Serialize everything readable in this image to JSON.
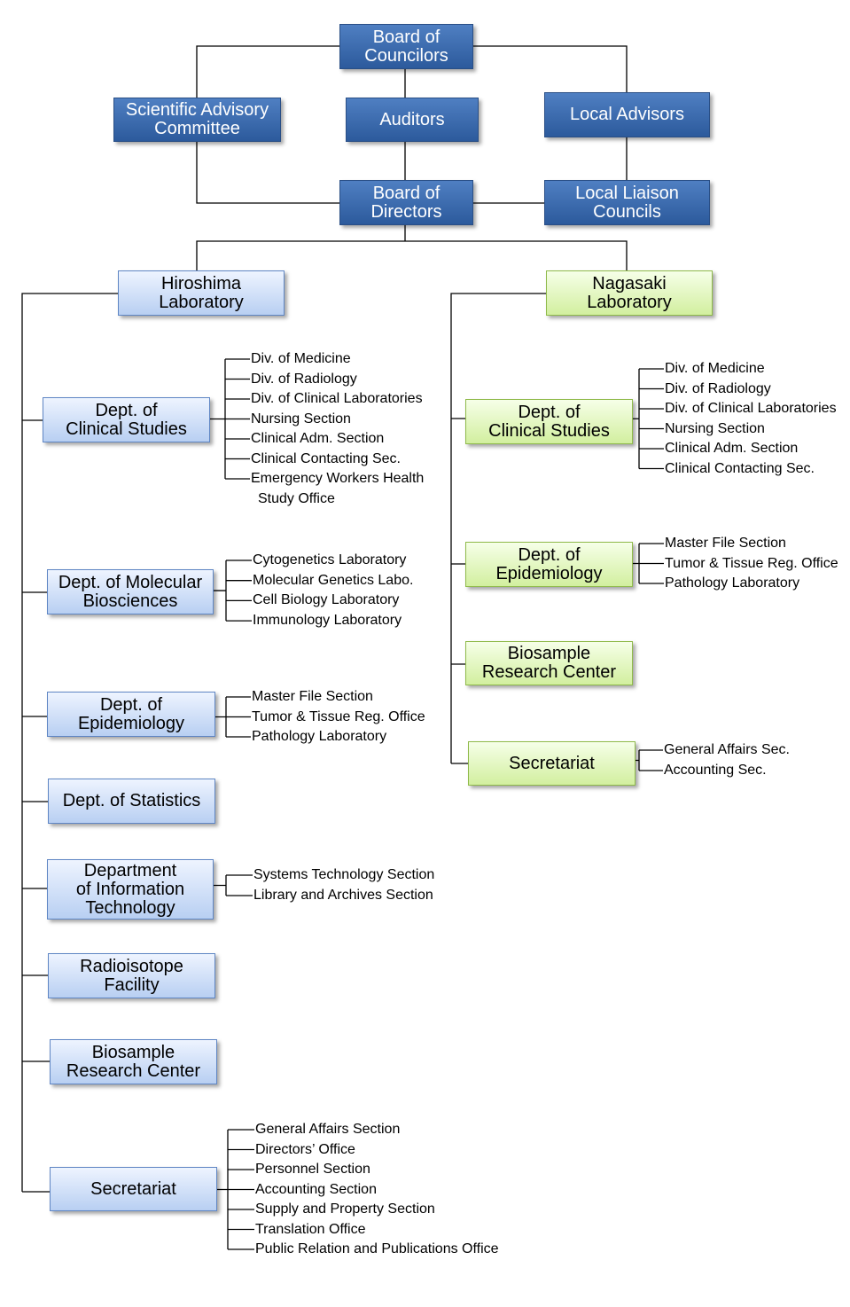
{
  "governance": {
    "board_of_councilors": [
      "Board of",
      "Councilors"
    ],
    "scientific_advisory_committee": [
      "Scientific Advisory",
      "Committee"
    ],
    "auditors": [
      "Auditors"
    ],
    "local_advisors": [
      "Local Advisors"
    ],
    "board_of_directors": [
      "Board of",
      "Directors"
    ],
    "local_liaison_councils": [
      "Local Liaison",
      "Councils"
    ]
  },
  "hiroshima": {
    "title": [
      "Hiroshima",
      "Laboratory"
    ],
    "clinical": {
      "name": [
        "Dept. of",
        "Clinical Studies"
      ],
      "items": [
        "Div. of Medicine",
        "Div. of Radiology",
        "Div. of Clinical Laboratories",
        "Nursing Section",
        "Clinical Adm. Section",
        "Clinical Contacting Sec.",
        "Emergency Workers Health",
        "Study Office"
      ]
    },
    "molecular": {
      "name": [
        "Dept. of Molecular",
        "Biosciences"
      ],
      "items": [
        "Cytogenetics Laboratory",
        "Molecular Genetics Labo.",
        "Cell Biology Laboratory",
        "Immunology Laboratory"
      ]
    },
    "epidemiology": {
      "name": [
        "Dept. of",
        "Epidemiology"
      ],
      "items": [
        "Master File Section",
        "Tumor & Tissue Reg. Office",
        "Pathology Laboratory"
      ]
    },
    "statistics": {
      "name": [
        "Dept. of Statistics"
      ]
    },
    "info_tech": {
      "name": [
        "Department",
        "of Information",
        "Technology"
      ],
      "items": [
        "Systems Technology Section",
        "Library and Archives Section"
      ]
    },
    "radioisotope": {
      "name": [
        "Radioisotope",
        "Facility"
      ]
    },
    "biosample": {
      "name": [
        "Biosample",
        "Research Center"
      ]
    },
    "secretariat": {
      "name": [
        "Secretariat"
      ],
      "items": [
        "General Affairs Section",
        "Directors’ Office",
        "Personnel Section",
        "Accounting Section",
        "Supply and Property Section",
        "Translation Office",
        "Public Relation and Publications Office"
      ]
    }
  },
  "nagasaki": {
    "title": [
      "Nagasaki",
      "Laboratory"
    ],
    "clinical": {
      "name": [
        "Dept. of",
        "Clinical Studies"
      ],
      "items": [
        "Div. of Medicine",
        "Div. of Radiology",
        "Div. of Clinical Laboratories",
        "Nursing Section",
        "Clinical Adm. Section",
        "Clinical Contacting Sec."
      ]
    },
    "epidemiology": {
      "name": [
        "Dept. of",
        "Epidemiology"
      ],
      "items": [
        "Master File Section",
        "Tumor & Tissue Reg. Office",
        "Pathology Laboratory"
      ]
    },
    "biosample": {
      "name": [
        "Biosample",
        "Research Center"
      ]
    },
    "secretariat": {
      "name": [
        "Secretariat"
      ],
      "items": [
        "General Affairs Sec.",
        "Accounting Sec."
      ]
    }
  },
  "colors": {
    "governance_fill": "#2f5f9e",
    "hiroshima_fill": "#cfdff7",
    "nagasaki_fill": "#ddf2b8",
    "line": "#000000"
  }
}
